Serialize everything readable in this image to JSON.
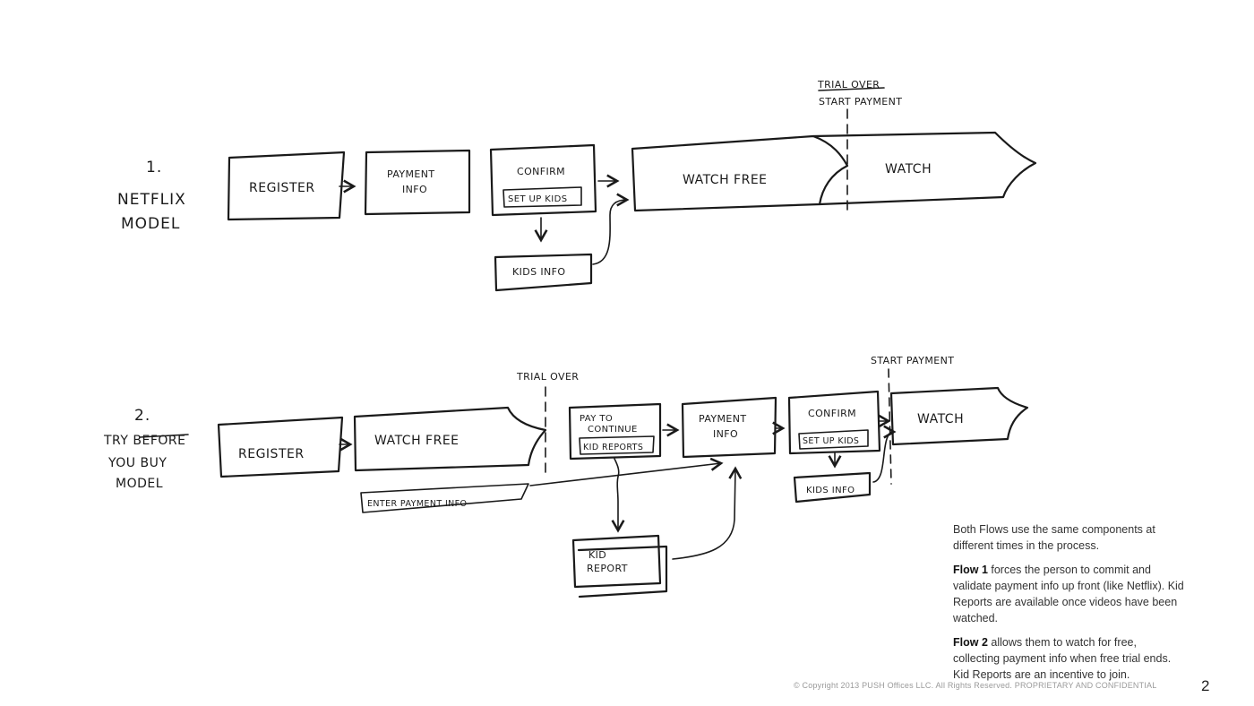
{
  "flow1": {
    "number": "1.",
    "title_line1": "NETFLIX",
    "title_line2": "MODEL",
    "register": "REGISTER",
    "payment_line1": "PAYMENT",
    "payment_line2": "INFO",
    "confirm": "CONFIRM",
    "setup_kids": "SET UP KIDS",
    "kids_info": "KIDS INFO",
    "watch_free": "WATCH FREE",
    "watch": "WATCH",
    "marker_line1": "TRIAL OVER",
    "marker_line2": "START PAYMENT"
  },
  "flow2": {
    "number": "2.",
    "title_line1": "TRY BEFORE",
    "title_line2": "YOU BUY",
    "title_line3": "MODEL",
    "register": "REGISTER",
    "watch_free": "WATCH FREE",
    "enter_payment": "ENTER PAYMENT INFO",
    "trial_over": "TRIAL OVER",
    "pay_line1": "PAY TO",
    "pay_line2": "CONTINUE",
    "kid_reports": "KID REPORTS",
    "kid_report_line1": "KID",
    "kid_report_line2": "REPORT",
    "payment_line1": "PAYMENT",
    "payment_line2": "INFO",
    "start_payment": "START PAYMENT",
    "confirm": "CONFIRM",
    "setup_kids": "SET UP KIDS",
    "kids_info": "KIDS INFO",
    "watch": "WATCH"
  },
  "notes": {
    "intro": "Both Flows use the same components at different times in the process.",
    "flow1_label": "Flow 1",
    "flow1_text": " forces the person to commit and validate payment info up front (like Netflix). Kid Reports are available once videos have been watched.",
    "flow2_label": "Flow 2",
    "flow2_text": " allows them to watch for free, collecting payment info when free trial ends.  Kid Reports are an incentive to join."
  },
  "footer": "© Copyright 2013 PUSH Offices LLC. All Rights Reserved.  PROPRIETARY AND CONFIDENTIAL",
  "page_number": "2"
}
